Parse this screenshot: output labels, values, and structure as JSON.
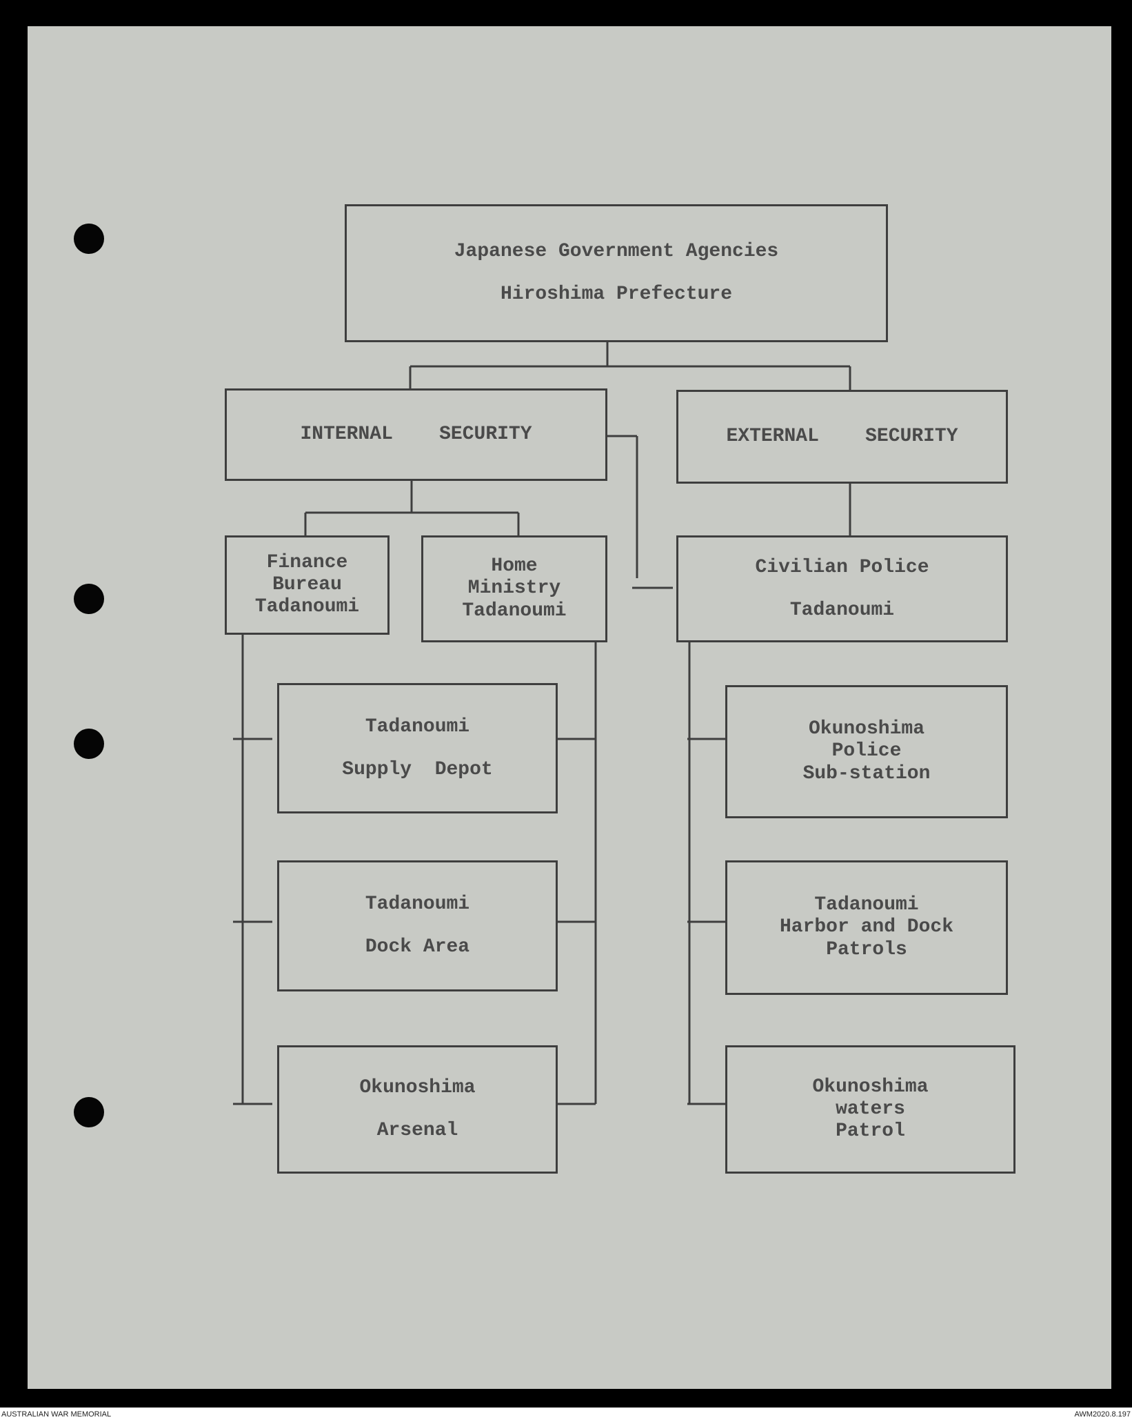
{
  "chart_title": {
    "line1": "Japanese Government Agencies",
    "line2": "Hiroshima Prefecture"
  },
  "internal": {
    "label": "INTERNAL    SECURITY"
  },
  "external": {
    "label": "EXTERNAL    SECURITY"
  },
  "finance": {
    "line1": "Finance",
    "line2": "Bureau",
    "line3": "Tadanoumi"
  },
  "home": {
    "line1": "Home",
    "line2": "Ministry",
    "line3": "Tadanoumi"
  },
  "civilian": {
    "line1": "Civilian Police",
    "line2": "Tadanoumi"
  },
  "supply": {
    "line1": "Tadanoumi",
    "line2": "Supply  Depot"
  },
  "dock": {
    "line1": "Tadanoumi",
    "line2": "Dock Area"
  },
  "arsenal": {
    "line1": "Okunoshima",
    "line2": "Arsenal"
  },
  "police_sub": {
    "line1": "Okunoshima",
    "line2": "Police",
    "line3": "Sub-station"
  },
  "harbor": {
    "line1": "Tadanoumi",
    "line2": "Harbor and Dock",
    "line3": "Patrols"
  },
  "waters": {
    "line1": "Okunoshima",
    "line2": "waters",
    "line3": "Patrol"
  },
  "footer": {
    "left": "AUSTRALIAN WAR MEMORIAL",
    "right": "AWM2020.8.197"
  }
}
